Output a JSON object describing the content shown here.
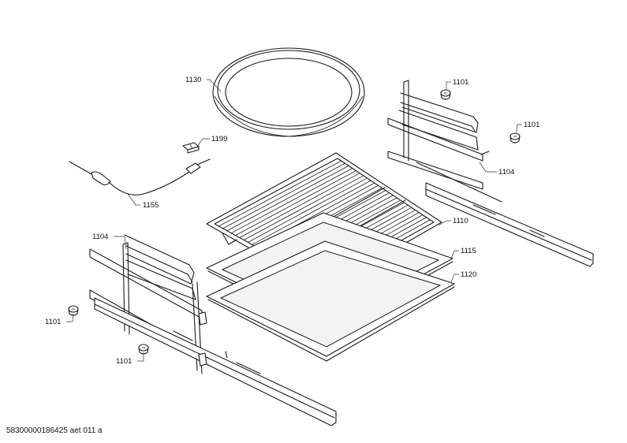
{
  "labels": {
    "pan": "1130",
    "clip": "1199",
    "probe": "1155",
    "screw_tr1": "1101",
    "screw_tr2": "1101",
    "rail_right": "1104",
    "rack": "1110",
    "tray1": "1115",
    "tray2": "1120",
    "rail_left": "1104",
    "screw_bl1": "1101",
    "screw_bl2": "1101"
  },
  "footer": "58300000186425 aet 011 a"
}
